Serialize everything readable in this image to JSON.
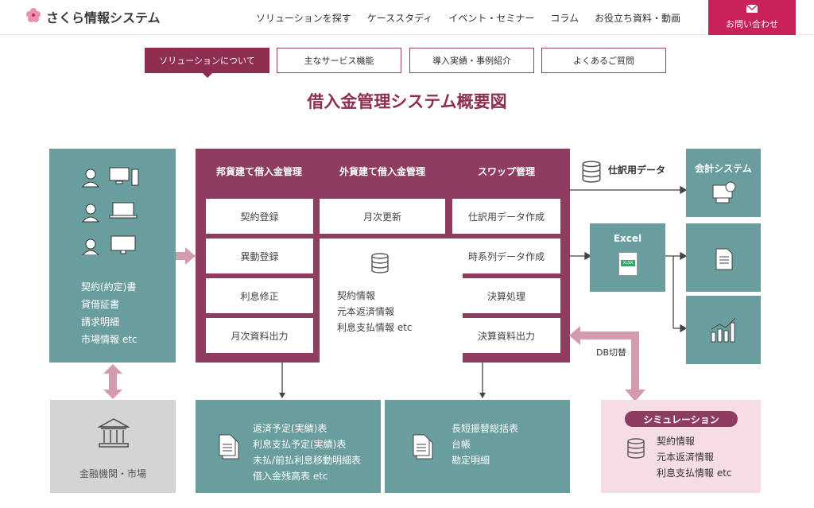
{
  "header": {
    "logo_text": "さくら情報システム",
    "nav": [
      "ソリューションを探す",
      "ケーススタディ",
      "イベント・セミナー",
      "コラム",
      "お役立ち資料・動画"
    ],
    "contact_label": "お問い合わせ"
  },
  "tabs": [
    "ソリューションについて",
    "主なサービス機能",
    "導入実績・事例紹介",
    "よくあるご質問"
  ],
  "title": "借入金管理システム概要図",
  "left_box": {
    "docs": [
      "契約(約定)書",
      "貸借証書",
      "請求明細",
      "市場情報 etc"
    ]
  },
  "center": {
    "columns": [
      {
        "heading": "邦貨建て借入金管理",
        "items": [
          "契約登録",
          "異動登録",
          "利息修正",
          "月次資料出力"
        ]
      },
      {
        "heading": "外貨建て借入金管理",
        "top_item": "月次更新",
        "info": [
          "契約情報",
          "元本返済情報",
          "利息支払情報 etc"
        ]
      },
      {
        "heading": "スワップ管理",
        "items": [
          "仕訳用データ作成",
          "時系列データ作成",
          "決算処理",
          "決算資料出力"
        ]
      }
    ]
  },
  "right": {
    "journal_label": "仕訳用データ",
    "accounting_label": "会計システム",
    "excel_label": "Excel",
    "xlsx_badge": "XLSX",
    "db_switch_label": "DB切替"
  },
  "bottom": {
    "bank_label": "金融機関・市場",
    "report1": [
      "返済予定(実績)表",
      "利息支払予定(実績)表",
      "未払/前払利息移動明細表",
      "借入金残高表 etc"
    ],
    "report2": [
      "長短振替総括表",
      "台帳",
      "勘定明細"
    ],
    "sim_title": "シミュレーション",
    "sim_items": [
      "契約情報",
      "元本返済情報",
      "利息支払情報 etc"
    ]
  },
  "colors": {
    "accent": "#8e3c5f",
    "teal": "#6a9e9e",
    "brand": "#c9215a",
    "pink_bg": "#f6dce5"
  }
}
